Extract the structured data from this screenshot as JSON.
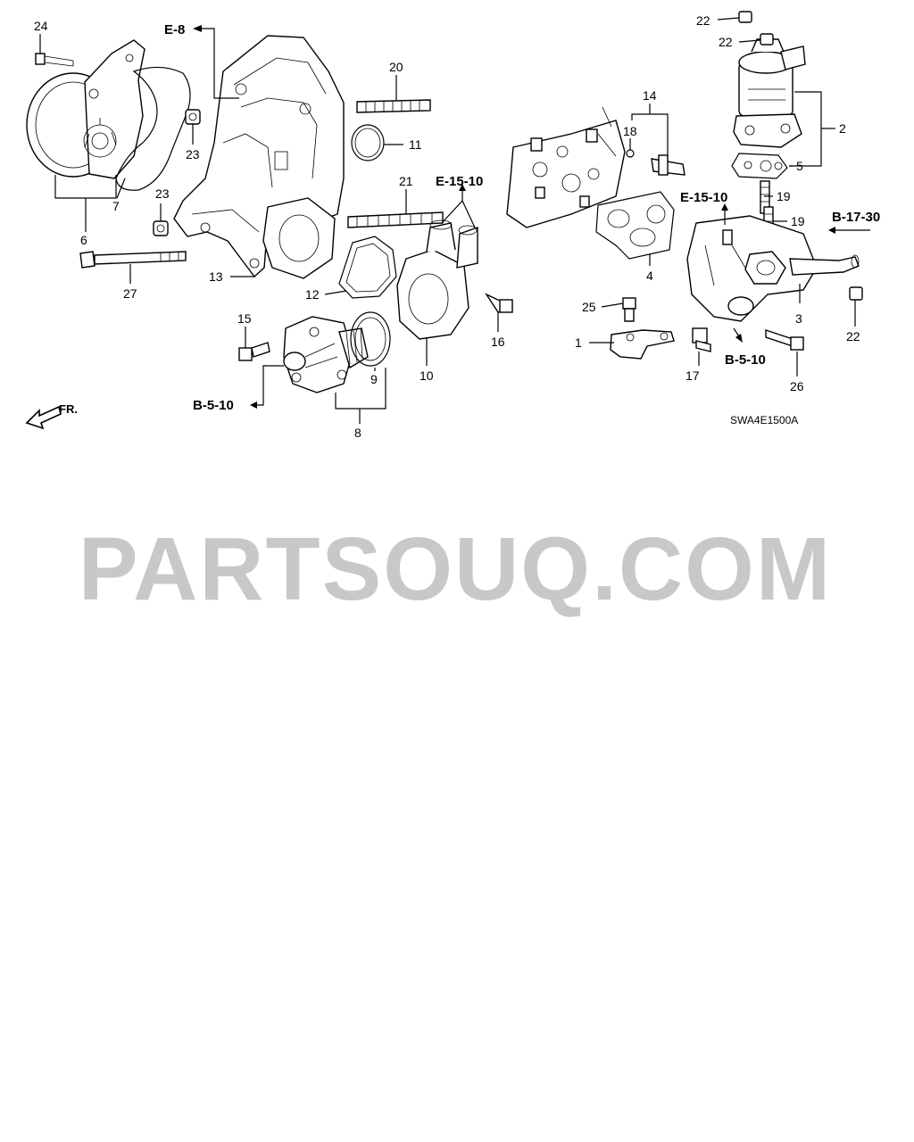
{
  "callouts": {
    "p1": "1",
    "p2": "2",
    "p3": "3",
    "p4": "4",
    "p5": "5",
    "p6": "6",
    "p7": "7",
    "p8": "8",
    "p9": "9",
    "p10": "10",
    "p11": "11",
    "p12": "12",
    "p13": "13",
    "p14": "14",
    "p15": "15",
    "p16": "16",
    "p17": "17",
    "p18": "18",
    "p19a": "19",
    "p19b": "19",
    "p20": "20",
    "p21": "21",
    "p22a": "22",
    "p22b": "22",
    "p22c": "22",
    "p23a": "23",
    "p23b": "23",
    "p24": "24",
    "p25": "25",
    "p26": "26",
    "p27": "27"
  },
  "refs": {
    "e8": "E-8",
    "e1510a": "E-15-10",
    "e1510b": "E-15-10",
    "b510a": "B-5-10",
    "b510b": "B-5-10",
    "b1730": "B-17-30",
    "front": "FR."
  },
  "diagram_code": "SWA4E1500A",
  "watermark": "PARTSOUQ.COM"
}
